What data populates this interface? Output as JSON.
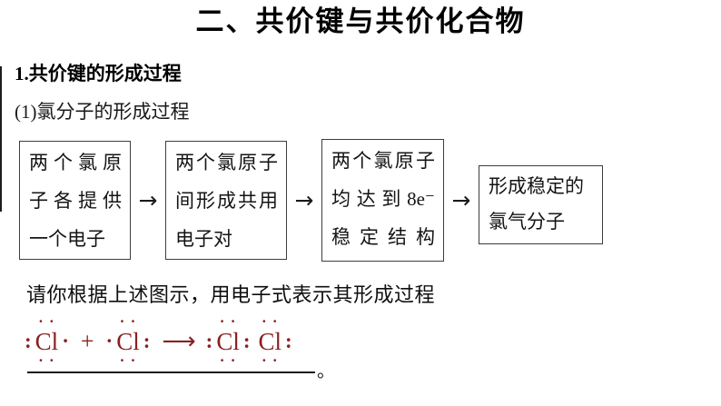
{
  "slide": {
    "title": "二、共价键与共价化合物",
    "heading1": "1.共价键的形成过程",
    "heading2": "(1)氯分子的形成过程",
    "prompt": "请你根据上述图示，用电子式表示其形成过程",
    "period": "。"
  },
  "flowchart": {
    "arrow": "→",
    "boxes": [
      {
        "lines": [
          {
            "text": "两个氯原",
            "justify": true
          },
          {
            "text": "子各提供",
            "justify": true
          },
          {
            "text": "一个电子",
            "justify": false
          }
        ]
      },
      {
        "lines": [
          {
            "text": "两个氯原子",
            "justify": true
          },
          {
            "text": "间形成共用",
            "justify": true
          },
          {
            "text": "电子对",
            "justify": false
          }
        ]
      },
      {
        "lines": [
          {
            "text": "两个氯原子",
            "justify": true
          },
          {
            "text": "均达到8e⁻",
            "justify": true
          },
          {
            "text": "稳定结构",
            "justify": true
          }
        ]
      },
      {
        "lines": [
          {
            "text": "形成稳定的",
            "justify": false
          },
          {
            "text": "氯气分子",
            "justify": false
          }
        ]
      }
    ]
  },
  "formula": {
    "color": "#8b2020",
    "groups": [
      {
        "kind": "atom",
        "top": "· ·",
        "left": ":",
        "main": "Cl",
        "right": "·",
        "bottom": "· ·"
      },
      {
        "kind": "op",
        "top": "",
        "left": "",
        "main": "+",
        "right": "",
        "bottom": ""
      },
      {
        "kind": "atom",
        "top": "· ·",
        "left": "·",
        "main": "Cl",
        "right": ":",
        "bottom": "· ·"
      },
      {
        "kind": "arrow",
        "top": "",
        "left": "",
        "main": "⟶",
        "right": "",
        "bottom": ""
      },
      {
        "kind": "atom",
        "top": "· ·",
        "left": ":",
        "main": "Cl",
        "right": ":",
        "bottom": "· ·"
      },
      {
        "kind": "atom",
        "top": "· ·",
        "left": "",
        "main": "Cl",
        "right": ":",
        "bottom": "· ·"
      }
    ]
  },
  "colors": {
    "title_text": "#000000",
    "body_text": "#141414",
    "formula_red": "#8b2020",
    "background": "#ffffff"
  }
}
